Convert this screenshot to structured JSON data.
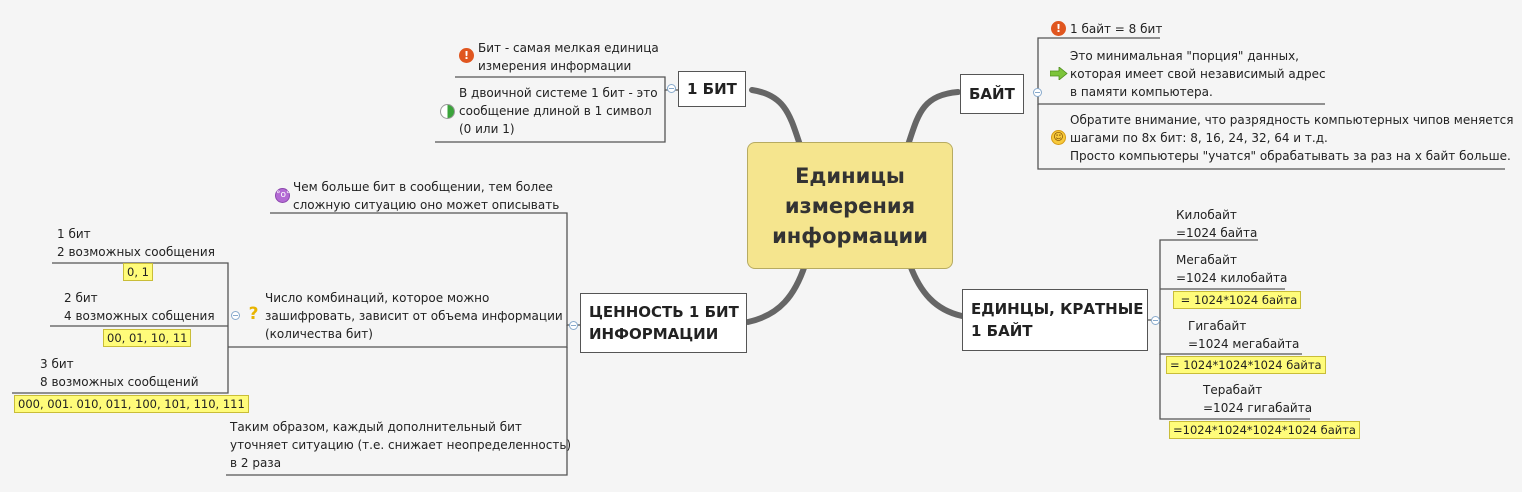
{
  "central": "Единицы\nизмерения\nинформации",
  "bit": {
    "title": "1 БИТ",
    "items": [
      {
        "icon": "alert-icon",
        "text": "Бит - самая мелкая единица\nизмерения информации"
      },
      {
        "icon": "progress-half-icon",
        "text": "В двоичной системе 1 бит - это\nсообщение длиной в 1 символ\n(0 или 1)"
      }
    ]
  },
  "byte": {
    "title": "БАЙТ",
    "items": [
      {
        "icon": "alert-icon",
        "text": "1 байт = 8 бит"
      },
      {
        "icon": "arrow-right-icon",
        "text": "Это минимальная \"порция\" данных,\nкоторая имеет свой независимый адрес\nв памяти компьютера."
      },
      {
        "icon": "smile-icon",
        "text": "Обратите внимание, что разрядность компьютерных чипов меняется\nшагами по 8х бит: 8, 16, 24, 32, 64 и т.д.\nПросто компьютеры \"учатся\" обрабатывать за раз на х байт больше."
      }
    ]
  },
  "value": {
    "title": "ЦЕННОСТЬ 1 БИТ\nИНФОРМАЦИИ",
    "note_top": {
      "icon": "surprised-face-icon",
      "text": "Чем больше бит в сообщении, тем более\nсложную ситуацию оно может описывать"
    },
    "combinations": {
      "icon": "question-icon",
      "text": "Число комбинаций, которое можно\nзашифровать, зависит от объема информации\n(количества бит)"
    },
    "examples": [
      {
        "text": "1 бит\n2 возможных сообщения",
        "codes": "0, 1"
      },
      {
        "text": "2 бит\n4 возможных собщения",
        "codes": "00, 01, 10, 11"
      },
      {
        "text": "3 бит\n8 возможных сообщений",
        "codes": "000, 001. 010, 011, 100, 101, 110, 111"
      }
    ],
    "note_bottom": "Таким образом, каждый дополнительный бит\nуточняет ситуацию (т.е. снижает неопределенность)\nв 2 раза"
  },
  "multiples": {
    "title": "ЕДИНЦЫ, КРАТНЫЕ\n1 БАЙТ",
    "items": [
      {
        "text": "Килобайт\n=1024 байта",
        "formula": ""
      },
      {
        "text": "Мегабайт\n=1024 килобайта",
        "formula": " = 1024*1024 байта"
      },
      {
        "text": "Гигабайт\n=1024 мегабайта",
        "formula": "= 1024*1024*1024 байта"
      },
      {
        "text": "Терабайт\n=1024 гигабайта",
        "formula": "=1024*1024*1024*1024 байта"
      }
    ]
  },
  "colors": {
    "central_fill": "#f5e58e",
    "highlight": "#fffc7a",
    "line": "#555555",
    "branch": "#666666"
  }
}
